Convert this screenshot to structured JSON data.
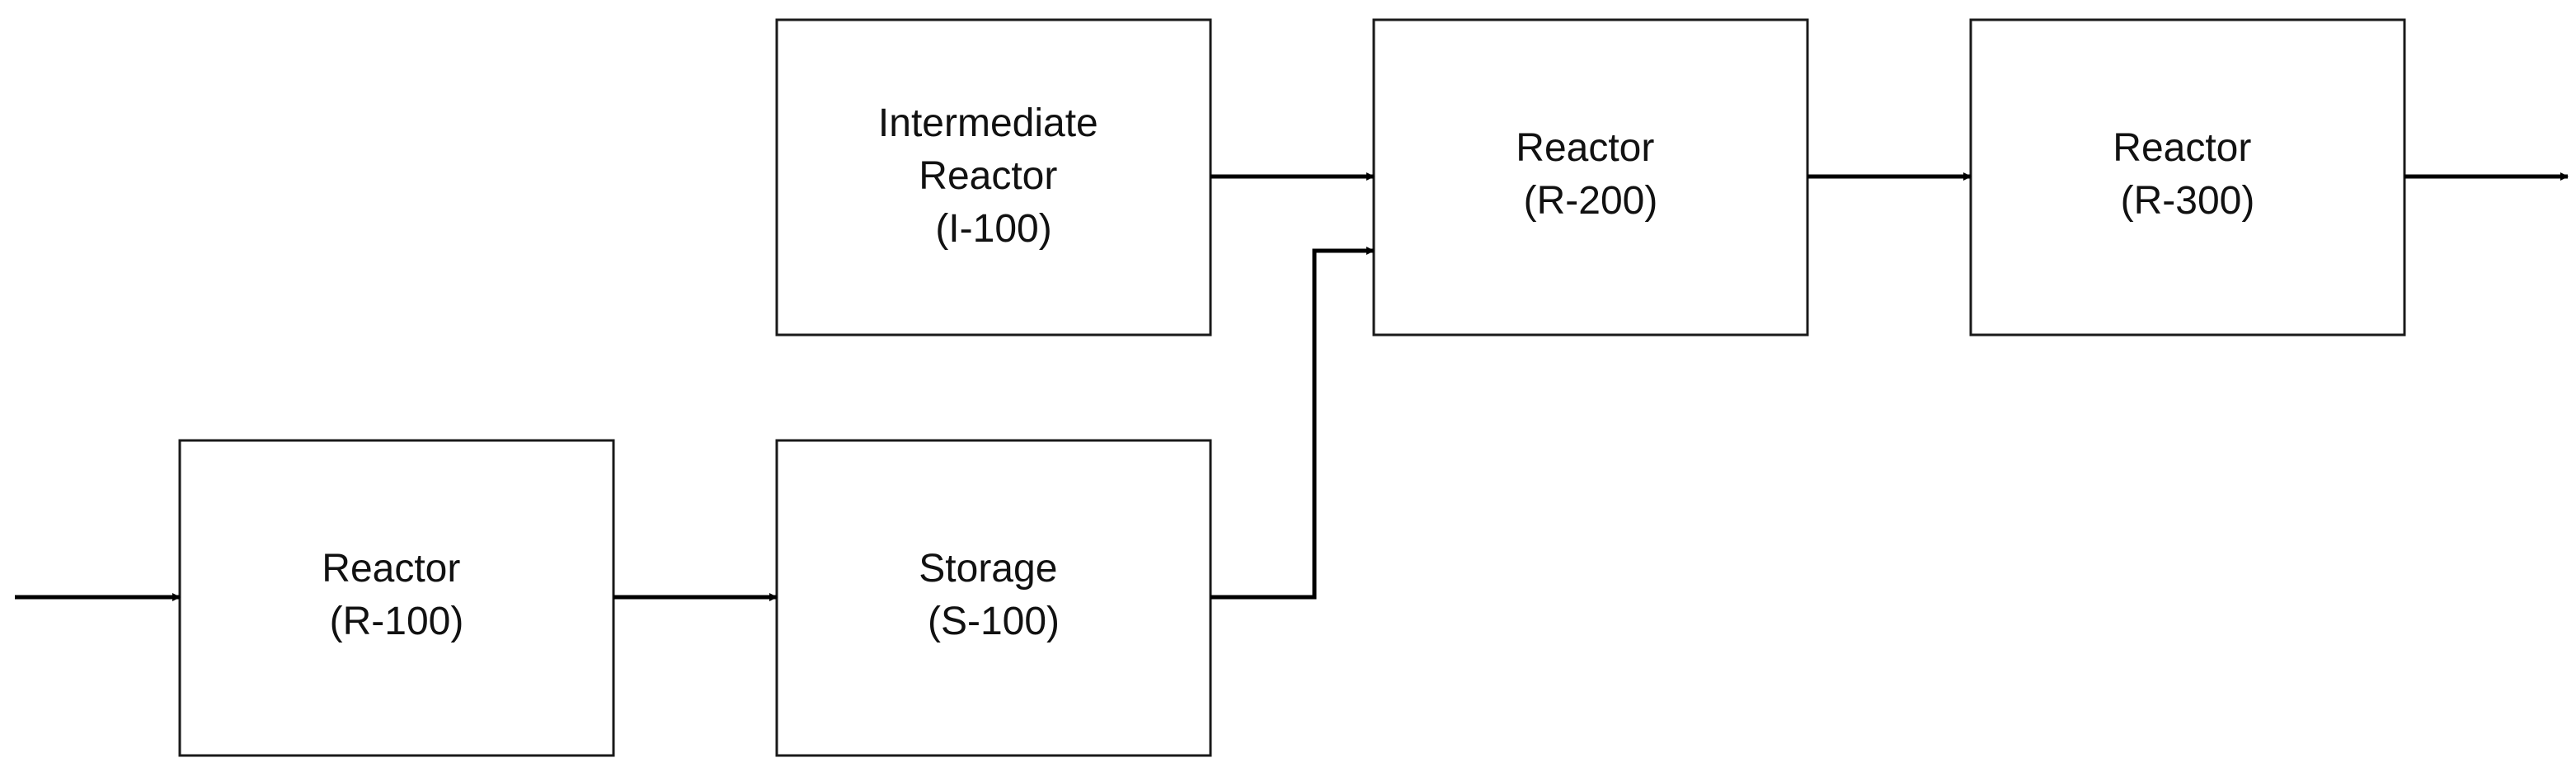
{
  "blocks": {
    "r100": {
      "lines": [
        "Reactor",
        "(R-100)"
      ]
    },
    "s100": {
      "lines": [
        "Storage",
        "(S-100)"
      ]
    },
    "i100": {
      "lines": [
        "Intermediate",
        "Reactor",
        "(I-100)"
      ]
    },
    "r200": {
      "lines": [
        "Reactor",
        "(R-200)"
      ]
    },
    "r300": {
      "lines": [
        "Reactor",
        "(R-300)"
      ]
    }
  },
  "connections": [
    {
      "from": "feed-inlet",
      "to": "r100"
    },
    {
      "from": "r100",
      "to": "s100"
    },
    {
      "from": "s100",
      "to": "r200"
    },
    {
      "from": "i100",
      "to": "r200"
    },
    {
      "from": "r200",
      "to": "r300"
    },
    {
      "from": "r300",
      "to": "product-outlet"
    }
  ],
  "colors": {
    "line": "#000000",
    "box_border": "#1a1a1a",
    "text": "#111111",
    "background": "#ffffff"
  }
}
